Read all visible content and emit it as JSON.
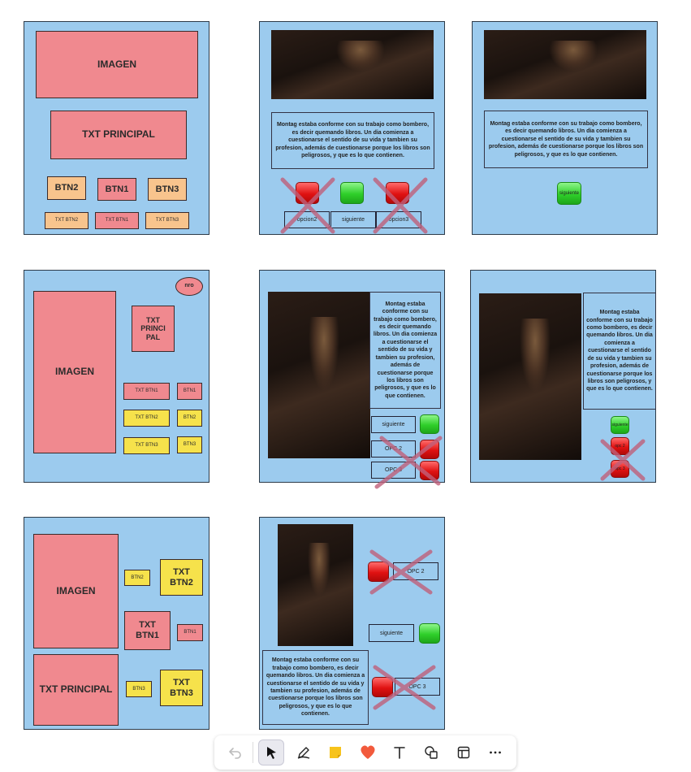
{
  "wire1": {
    "imagen": "IMAGEN",
    "txt_principal": "TXT PRINCIPAL",
    "btn2": "BTN2",
    "btn1": "BTN1",
    "btn3": "BTN3",
    "txt_btn2": "TXT BTN2",
    "txt_btn1": "TXT BTN1",
    "txt_btn3": "TXT BTN3"
  },
  "story_text": "Montag estaba conforme con su trabajo como bombero, es decir quemando libros. Un dia comienza a cuestionarse el sentido de su vida y tambien su profesion, además de cuestionarse porque los libros son peligrosos, y que es lo que contienen.",
  "mock1": {
    "opt_left": "opcion2",
    "opt_mid": "siguiente",
    "opt_right": "opcion3"
  },
  "mock2": {
    "green_label": "siguiente"
  },
  "wire2": {
    "nro": "nro",
    "imagen": "IMAGEN",
    "txt_principal": "TXT PRINCI PAL",
    "txt_btn1": "TXT BTN1",
    "btn1": "BTN1",
    "txt_btn2": "TXT BTN2",
    "btn2": "BTN2",
    "txt_btn3": "TXT BTN3",
    "btn3": "BTN3"
  },
  "mock3": {
    "opt1": "siguiente",
    "opt2": "OPC 2",
    "opt3": "OPC 3"
  },
  "mock4": {
    "b1": "siguiente",
    "b2": "opc 2",
    "b3": "opc 3"
  },
  "wire3": {
    "imagen": "IMAGEN",
    "txt_principal": "TXT PRINCIPAL",
    "btn2": "BTN2",
    "txt_btn2": "TXT BTN2",
    "txt_btn1": "TXT BTN1",
    "btn1": "BTN1",
    "btn3": "BTN3",
    "txt_btn3": "TXT BTN3"
  },
  "mock5": {
    "opc2": "OPC 2",
    "siguiente": "siguiente",
    "opc3": "OPC 3"
  },
  "toolbar": {
    "items": [
      "undo-icon",
      "select-icon",
      "pen-icon",
      "sticky-note-icon",
      "reaction-icon",
      "text-icon",
      "shapes-icon",
      "frame-icon",
      "more-icon"
    ]
  },
  "colors": {
    "panel": "#9ccbee",
    "pink": "#f0898f",
    "orange": "#f8c48d",
    "yellow": "#f6e24b"
  }
}
